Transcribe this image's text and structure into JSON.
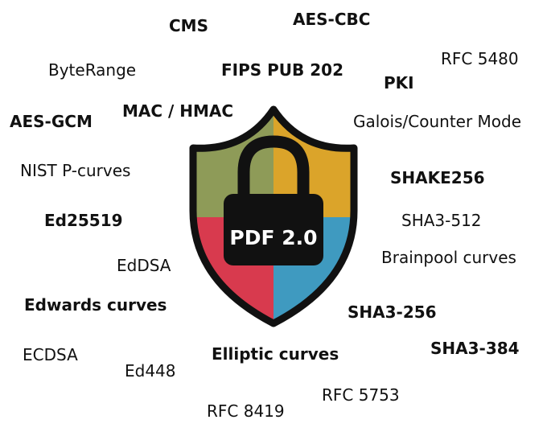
{
  "logo_text": "PDF 2.0",
  "colors": {
    "top_left": "#8e9b58",
    "top_right": "#dba42a",
    "bottom_left": "#d83a4e",
    "bottom_right": "#3f9ac0",
    "outline": "#111111",
    "text": "#111111"
  },
  "terms": {
    "cms": "CMS",
    "aes_cbc": "AES-CBC",
    "byterange": "ByteRange",
    "fips": "FIPS PUB 202",
    "rfc5480": "RFC 5480",
    "pki": "PKI",
    "aes_gcm": "AES-GCM",
    "mac_hmac": "MAC / HMAC",
    "galois": "Galois/Counter Mode",
    "nist": "NIST P-curves",
    "shake256": "SHAKE256",
    "ed25519": "Ed25519",
    "sha3_512": "SHA3-512",
    "eddsa": "EdDSA",
    "brainpool": "Brainpool curves",
    "edwards": "Edwards curves",
    "sha3_256": "SHA3-256",
    "ecdsa": "ECDSA",
    "elliptic": "Elliptic curves",
    "sha3_384": "SHA3-384",
    "ed448": "Ed448",
    "rfc5753": "RFC 5753",
    "rfc8419": "RFC 8419"
  }
}
